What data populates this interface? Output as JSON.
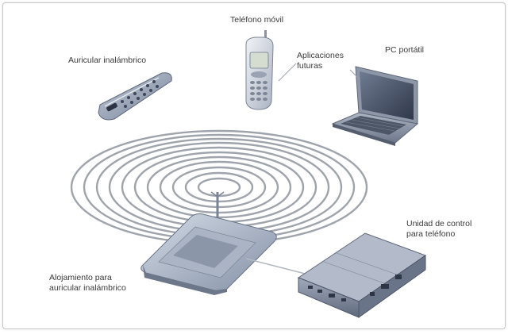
{
  "labels": {
    "phone": "Teléfono móvil",
    "headset": "Auricular inalámbrico",
    "future_apps_line1": "Aplicaciones",
    "future_apps_line2": "futuras",
    "laptop": "PC portátil",
    "control_unit_line1": "Unidad de control",
    "control_unit_line2": "para teléfono",
    "cradle_line1": "Alojamiento para",
    "cradle_line2": "auricular inalámbrico"
  },
  "colors": {
    "device_gray": "#8b96a8",
    "wave_gray": "#8f959e",
    "text": "#3a3a3a"
  }
}
